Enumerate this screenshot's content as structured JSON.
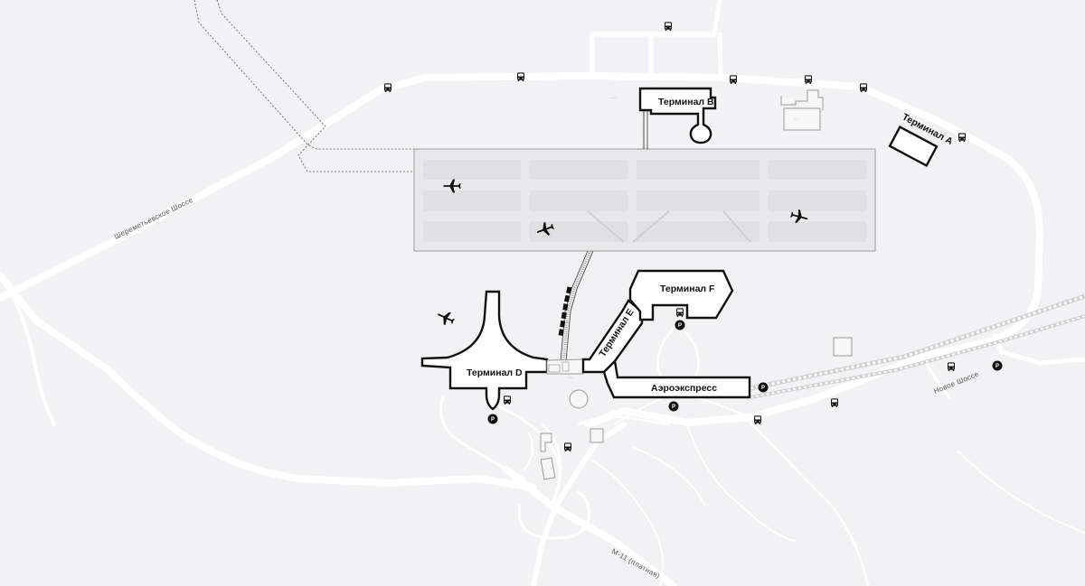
{
  "terminals": {
    "a": "Терминал А",
    "b": "Терминал B",
    "d": "Терминал D",
    "e": "Терминал E",
    "f": "Терминал F",
    "aeroexpress": "Аэроэкспресс"
  },
  "roads": {
    "sheremetyevskoe": "Шереметьевское Шоссе",
    "novoe": "Новое Шоссе",
    "m11": "М-11 (платная)"
  },
  "icons": {
    "bus": "bus-stop-icon",
    "parking": "parking-icon",
    "plane": "airplane-icon",
    "train": "aeroexpress-train-icon"
  },
  "legend_symbols": {
    "parking": "P"
  },
  "colors": {
    "background": "#f2f2f4",
    "roads": "#ffffff",
    "terminal_outline": "#111111",
    "apron": "#e8e8ea",
    "runway_block": "#e0e0e2"
  }
}
